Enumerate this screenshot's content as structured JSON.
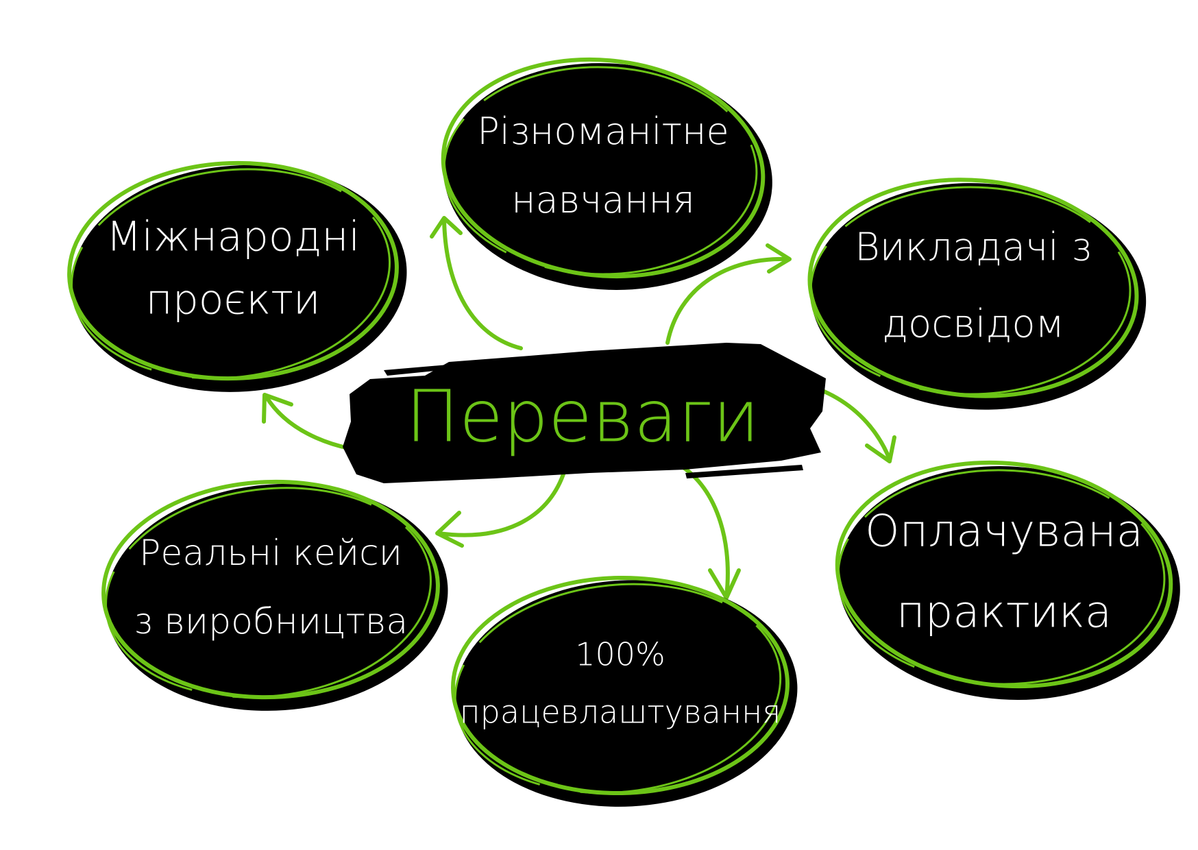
{
  "colors": {
    "accent": "#6cc417",
    "blob": "#000000",
    "text": "#ffffff",
    "background": "#ffffff"
  },
  "center": {
    "title": "Переваги"
  },
  "nodes": [
    {
      "id": "international",
      "lines": [
        "Міжнародні",
        "проєкти"
      ]
    },
    {
      "id": "diverse",
      "lines": [
        "Різноманітне",
        "навчання"
      ]
    },
    {
      "id": "teachers",
      "lines": [
        "Викладачі з",
        "досвідом"
      ]
    },
    {
      "id": "paid",
      "lines": [
        "Оплачувана",
        "практика"
      ]
    },
    {
      "id": "employment",
      "lines": [
        "100%",
        "працевлаштування"
      ]
    },
    {
      "id": "cases",
      "lines": [
        "Реальні кейси",
        "з виробництва"
      ]
    }
  ]
}
